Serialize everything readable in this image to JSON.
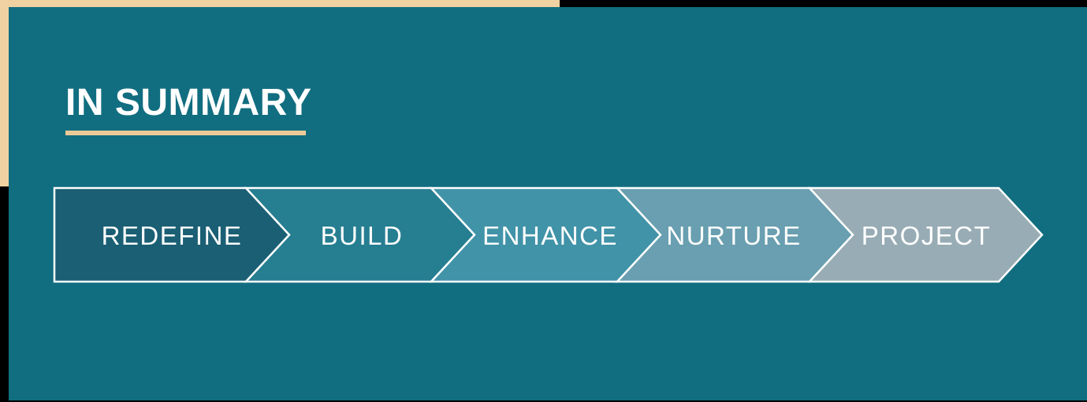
{
  "slide": {
    "title": "IN SUMMARY"
  },
  "process_flow": {
    "steps": [
      {
        "label": "REDEFINE",
        "color": "#1b5f74"
      },
      {
        "label": "BUILD",
        "color": "#267e91"
      },
      {
        "label": "ENHANCE",
        "color": "#4193a8"
      },
      {
        "label": "NURTURE",
        "color": "#699fb0"
      },
      {
        "label": "PROJECT",
        "color": "#98acb5"
      }
    ],
    "stroke_color": "#ffffff",
    "label_color": "#ffffff"
  },
  "colors": {
    "edge_black": "#000000",
    "frame_tan": "#f0d2a2",
    "underline_tan": "#ecca97",
    "slide_teal": "#116e80",
    "title_white": "#ffffff"
  }
}
